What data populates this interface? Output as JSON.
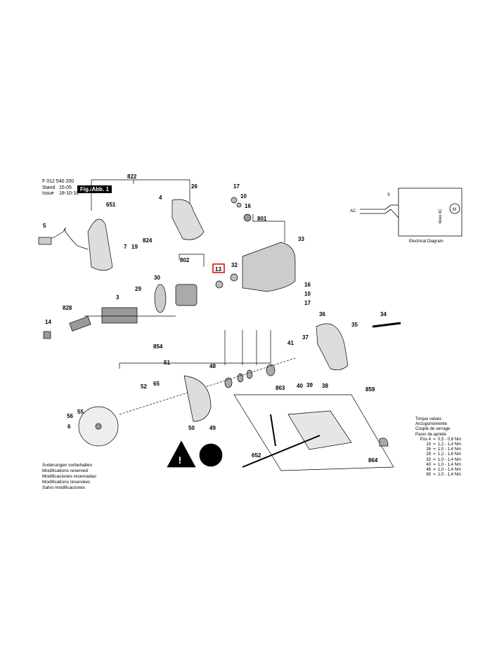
{
  "header": {
    "doc_number": "F 012 540 200",
    "stand_label": "Stand",
    "stand_value": "15-05",
    "issue_label": "Issue",
    "issue_value": "18-10-18",
    "fig_label": "Fig./Abb. 1"
  },
  "electrical": {
    "caption": "Electrical Diagram",
    "ac_label": "AC",
    "switch_label": "S",
    "motor_label": "Motor AC",
    "motor_symbol": "M"
  },
  "notes": [
    "Änderungen vorbehalten",
    "Modifications reserved",
    "Modificaciones reservadas",
    "Modifications réservées",
    "Salvo modificaciones"
  ],
  "torque": {
    "titles": [
      "Torque values",
      "Anzugsmomente",
      "Couple de serrage",
      "Pares de apriete"
    ],
    "rows": [
      {
        "pos": "Pos 4",
        "eq": "=",
        "val": "0,5 - 0,8 Nm"
      },
      {
        "pos": "19",
        "eq": "=",
        "val": "1,2 - 1,4 Nm"
      },
      {
        "pos": "26",
        "eq": "=",
        "val": "1,0 - 1,4 Nm"
      },
      {
        "pos": "29",
        "eq": "=",
        "val": "1,2 - 1,6 Nm"
      },
      {
        "pos": "33",
        "eq": "=",
        "val": "1,0 - 1,4 Nm"
      },
      {
        "pos": "40",
        "eq": "=",
        "val": "1,0 - 1,4 Nm"
      },
      {
        "pos": "48",
        "eq": "=",
        "val": "1,0 - 1,4 Nm"
      },
      {
        "pos": "65",
        "eq": "=",
        "val": "1,0 - 1,4 Nm"
      }
    ]
  },
  "highlighted_part": "13",
  "part_labels": {
    "p822": "822",
    "p4": "4",
    "p26": "26",
    "p17a": "17",
    "p10a": "10",
    "p16a": "16",
    "p651": "651",
    "p7": "7",
    "p19": "19",
    "p824": "824",
    "p5": "5",
    "p801": "801",
    "p33": "33",
    "p802": "802",
    "p32": "32",
    "p16b": "16",
    "p10b": "10",
    "p17b": "17",
    "p828": "828",
    "p3": "3",
    "p29": "29",
    "p30": "30",
    "p36": "36",
    "p34": "34",
    "p14": "14",
    "p35": "35",
    "p37": "37",
    "p41": "41",
    "p854": "854",
    "p51": "51",
    "p48": "48",
    "p39": "39",
    "p40": "40",
    "p38": "38",
    "p52": "52",
    "p65": "65",
    "p863": "863",
    "p859": "859",
    "p56": "56",
    "p55": "55",
    "p6": "6",
    "p50": "50",
    "p49": "49",
    "p652": "652",
    "p864": "864"
  }
}
